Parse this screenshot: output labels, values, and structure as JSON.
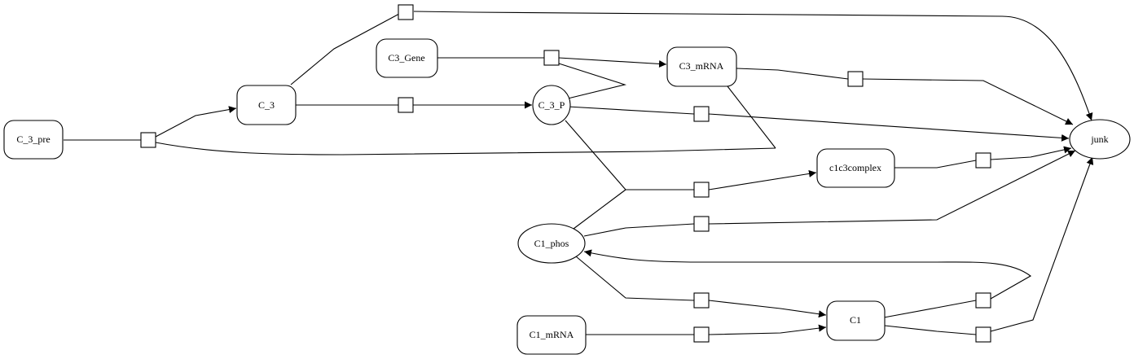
{
  "diagram": {
    "nodes": {
      "c3_pre": "C_3_pre",
      "c3": "C_3",
      "c3_gene": "C3_Gene",
      "c3_mrna": "C3_mRNA",
      "c3_p": "C_3_P",
      "junk": "junk",
      "c1c3complex": "c1c3complex",
      "c1_phos": "C1_phos",
      "c1_mrna": "C1_mRNA",
      "c1": "C1"
    }
  }
}
